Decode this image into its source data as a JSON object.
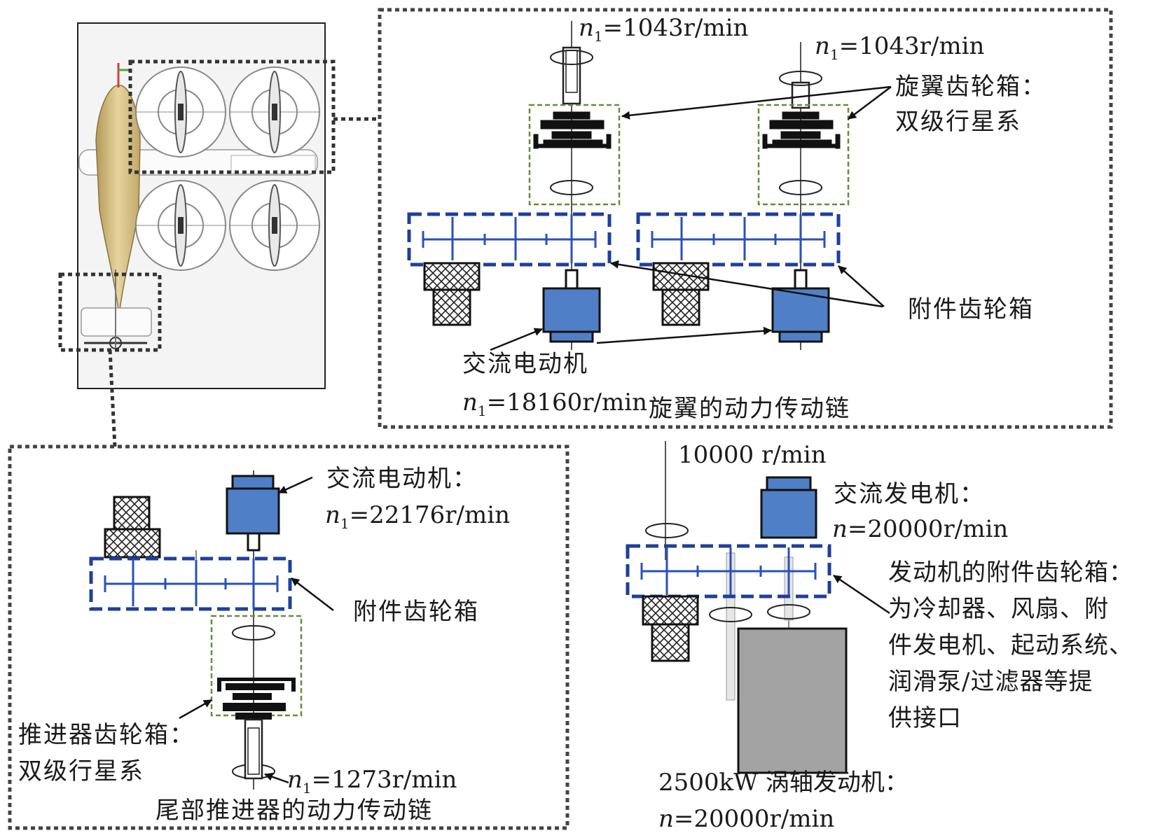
{
  "rotor_chain": {
    "speed_left": {
      "var": "n",
      "sub": "1",
      "value": "=1043r/min"
    },
    "speed_right": {
      "var": "n",
      "sub": "1",
      "value": "=1043r/min"
    },
    "gearbox_label": "旋翼齿轮箱：",
    "gearbox_type": "双级行星系",
    "accessory_label": "附件齿轮箱",
    "motor_label": "交流电动机",
    "motor_speed": {
      "var": "n",
      "sub": "1",
      "value": "=18160r/min"
    },
    "caption": "旋翼的动力传动链"
  },
  "tail_chain": {
    "motor_label": "交流电动机：",
    "motor_speed": {
      "var": "n",
      "sub": "1",
      "value": "=22176r/min"
    },
    "accessory_label": "附件齿轮箱",
    "gearbox_label": "推进器齿轮箱：",
    "gearbox_type": "双级行星系",
    "prop_speed": {
      "var": "n",
      "sub": "1",
      "value": "=1273r/min"
    },
    "caption": "尾部推进器的动力传动链"
  },
  "engine_chain": {
    "shaft_speed": "10000 r/min",
    "generator_label": "交流发电机：",
    "generator_speed": {
      "var": "n",
      "value": "=20000r/min"
    },
    "accessory_desc": "发动机的附件齿轮箱：\n为冷却器、风扇、附\n件发电机、起动系统、\n润滑泵/过滤器等提\n供接口",
    "engine_label": "2500kW 涡轴发动机：",
    "engine_speed": {
      "var": "n",
      "value": "=20000r/min"
    }
  },
  "colors": {
    "motor": "#4f7fc7",
    "gear_blue": "#1f3f9a",
    "planet_box": "#6b8a3a",
    "engine": "#a3a3a3",
    "dotted_frame": "#444444"
  }
}
